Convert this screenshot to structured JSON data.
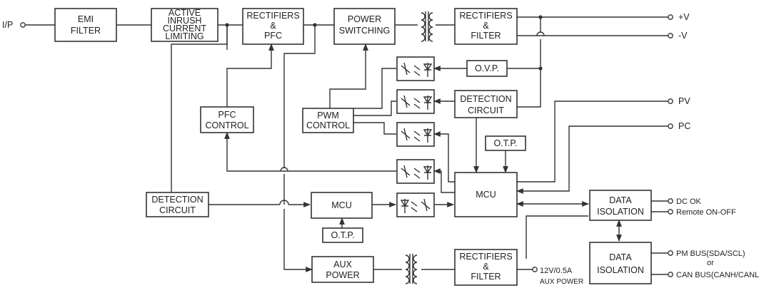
{
  "diagram": {
    "blocks": {
      "emi_filter": [
        "EMI",
        "FILTER"
      ],
      "inrush": [
        "ACTIVE",
        "INRUSH",
        "CURRENT",
        "LIMITING"
      ],
      "rect_pfc": [
        "RECTIFIERS",
        "&",
        "PFC"
      ],
      "power_switching": [
        "POWER",
        "SWITCHING"
      ],
      "rect_filter_main": [
        "RECTIFIERS",
        "&",
        "FILTER"
      ],
      "ovp": [
        "O.V.P."
      ],
      "detect_right": [
        "DETECTION",
        "CIRCUIT"
      ],
      "pfc_control": [
        "PFC",
        "CONTROL"
      ],
      "pwm_control": [
        "PWM",
        "CONTROL"
      ],
      "otp_right": [
        "O.T.P."
      ],
      "detect_left": [
        "DETECTION",
        "CIRCUIT"
      ],
      "mcu_small": [
        "MCU"
      ],
      "mcu_big": [
        "MCU"
      ],
      "otp_bottom": [
        "O.T.P."
      ],
      "aux_power": [
        "AUX",
        "POWER"
      ],
      "rect_filter_aux": [
        "RECTIFIERS",
        "&",
        "FILTER"
      ],
      "data_iso_1": [
        "DATA",
        "ISOLATION"
      ],
      "data_iso_2": [
        "DATA",
        "ISOLATION"
      ]
    },
    "terminals": {
      "input": "I/P",
      "plus_v": "+V",
      "minus_v": "-V",
      "pv": "PV",
      "pc": "PC",
      "dc_ok": "DC OK",
      "remote": "Remote ON-OFF",
      "pmbus": "PM BUS(SDA/SCL)",
      "or_label": "or",
      "canbus": "CAN BUS(CANH/CANL)",
      "aux_out": [
        "12V/0.5A",
        "AUX POWER"
      ]
    }
  }
}
